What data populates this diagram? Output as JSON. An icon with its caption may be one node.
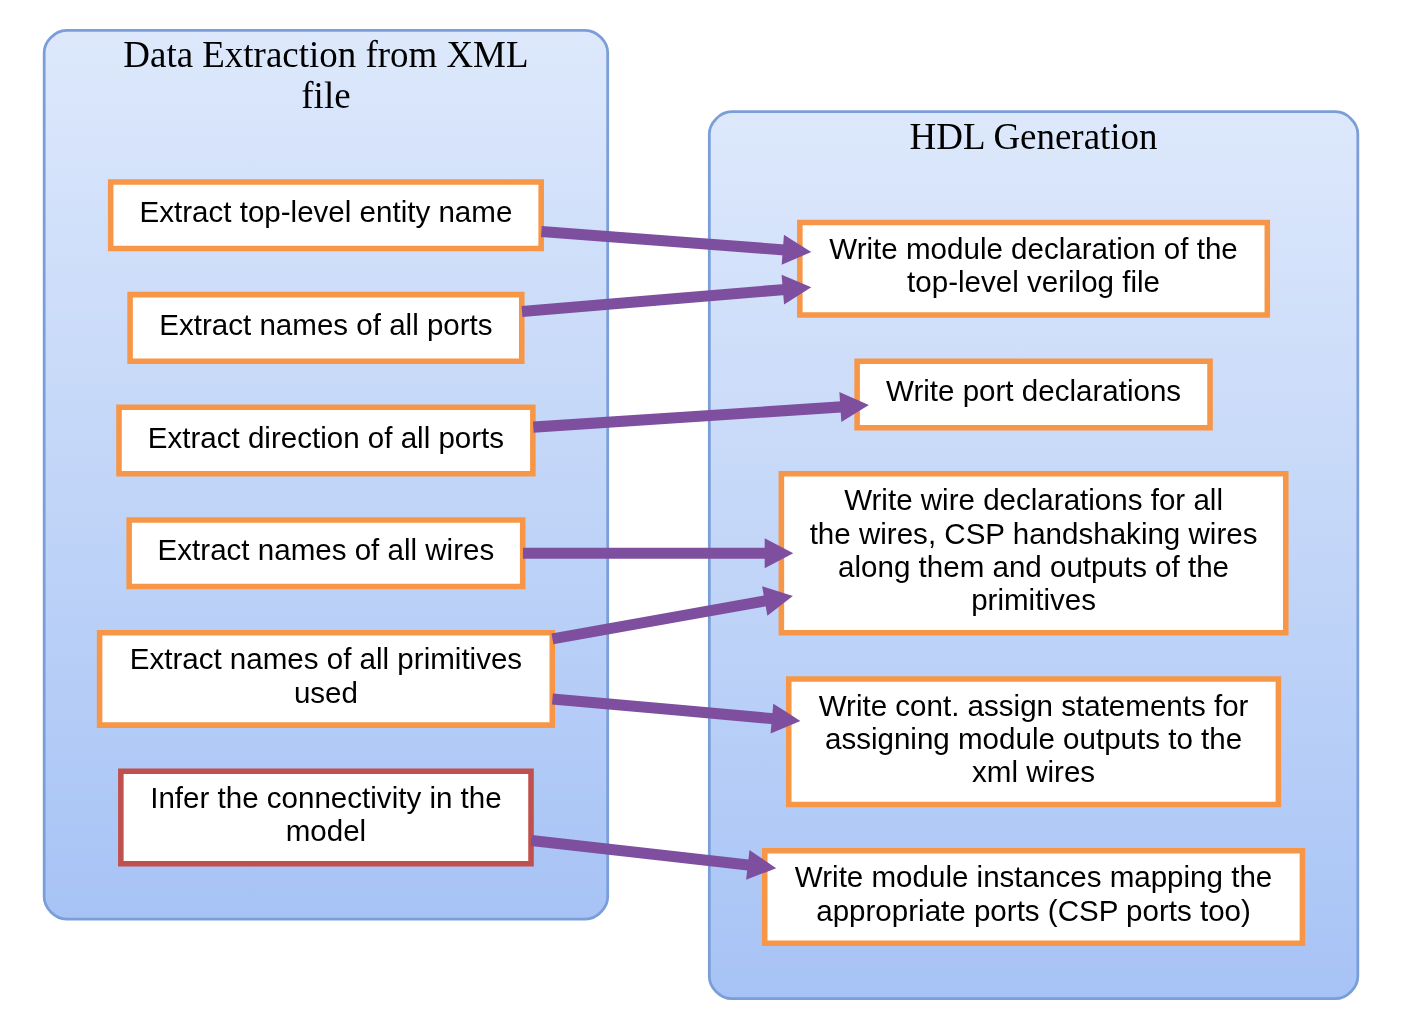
{
  "diagram": {
    "nodes": [
      {
        "text": [
          "Data Extraction from XML file"
        ]
      },
      {
        "text": [
          "Extract top-level entity name"
        ],
        "in": 0
      },
      {
        "text": [
          "Extract names of all ports"
        ],
        "in": 0
      },
      {
        "text": [
          "Extract direction of all ports"
        ],
        "in": 0
      },
      {
        "text": [
          "Extract names of all wires"
        ],
        "in": 0
      },
      {
        "text": [
          "Extract names of all primitives used"
        ],
        "in": 0
      },
      {
        "text": [
          "Infer the connectivity in the model"
        ],
        "in": 0
      },
      {
        "text": [
          "HDL Generation"
        ]
      },
      {
        "text": [
          "Write module declaration of the top-level verilog file"
        ],
        "in": 7
      },
      {
        "text": [
          "Write port declarations"
        ],
        "in": 7
      },
      {
        "text": [
          "Write wire declarations for all the wires, CSP handshaking wires along them and outputs of the primitives"
        ],
        "in": 7
      },
      {
        "text": [
          "Write cont. assign statements for assigning module outputs to the xml wires"
        ],
        "in": 7
      },
      {
        "text": [
          "Write module instances mapping the appropriate ports (CSP ports too)"
        ],
        "in": 7
      }
    ],
    "edges": [
      {
        "from": 1,
        "to": 8,
        "arrow": "to"
      },
      {
        "from": 2,
        "to": 8,
        "arrow": "to"
      },
      {
        "from": 3,
        "to": 9,
        "arrow": "to"
      },
      {
        "from": 4,
        "to": 10,
        "arrow": "to"
      },
      {
        "from": 5,
        "to": 10,
        "arrow": "to"
      },
      {
        "from": 5,
        "to": 11,
        "arrow": "to"
      },
      {
        "from": 6,
        "to": 12,
        "arrow": "to"
      }
    ]
  }
}
